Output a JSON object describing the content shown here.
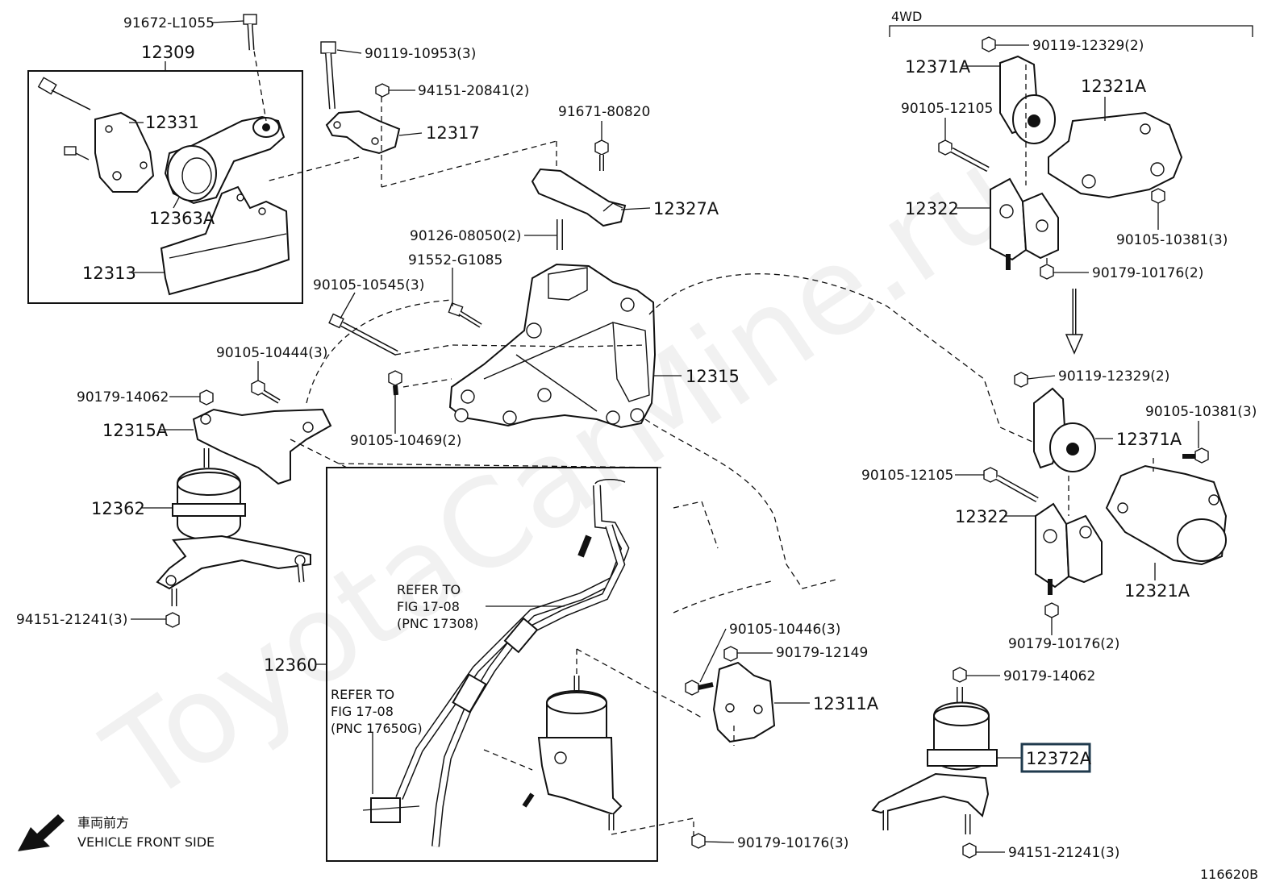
{
  "labels": {
    "p_91672_L1055": "91672-L1055",
    "p_12309": "12309",
    "p_12331": "12331",
    "p_12363A": "12363A",
    "p_12313": "12313",
    "p_90119_10953": "90119-10953(3)",
    "p_94151_20841": "94151-20841(2)",
    "p_12317": "12317",
    "p_91671_80820": "91671-80820",
    "p_12327A": "12327A",
    "p_90126_08050": "90126-08050(2)",
    "p_91552_G1085": "91552-G1085",
    "p_90105_10545": "90105-10545(3)",
    "p_90105_10444": "90105-10444(3)",
    "p_90179_14062_left": "90179-14062",
    "p_12315A": "12315A",
    "p_12315": "12315",
    "p_90105_10469": "90105-10469(2)",
    "p_12362": "12362",
    "p_94151_21241_left": "94151-21241(3)",
    "p_12360": "12360",
    "refer1_l1": "REFER TO",
    "refer1_l2": "FIG 17-08",
    "refer1_l3": "(PNC 17308)",
    "refer2_l1": "REFER TO",
    "refer2_l2": "FIG 17-08",
    "refer2_l3": "(PNC 17650G)",
    "p_90105_10446": "90105-10446(3)",
    "p_90179_12149": "90179-12149",
    "p_12311A": "12311A",
    "p_90179_10176_bottom": "90179-10176(3)",
    "p_4wd": "4WD",
    "p_90119_12329_a": "90119-12329(2)",
    "p_12371A_a": "12371A",
    "p_12321A_a": "12321A",
    "p_90105_12105_a": "90105-12105",
    "p_12322_a": "12322",
    "p_90105_10381_a": "90105-10381(3)",
    "p_90179_10176_a": "90179-10176(2)",
    "p_90119_12329_b": "90119-12329(2)",
    "p_90105_10381_b": "90105-10381(3)",
    "p_12371A_b": "12371A",
    "p_90105_12105_b": "90105-12105",
    "p_12322_b": "12322",
    "p_12321A_b": "12321A",
    "p_90179_10176_b": "90179-10176(2)",
    "p_90179_14062_right": "90179-14062",
    "p_12372A": "12372A",
    "p_94151_21241_right": "94151-21241(3)",
    "front_jp": "車両前方",
    "front_en": "VEHICLE FRONT SIDE",
    "fig_no": "116620B"
  },
  "watermark": "ToyotaCarMine.ru",
  "highlight_color": "#1f3a4d"
}
